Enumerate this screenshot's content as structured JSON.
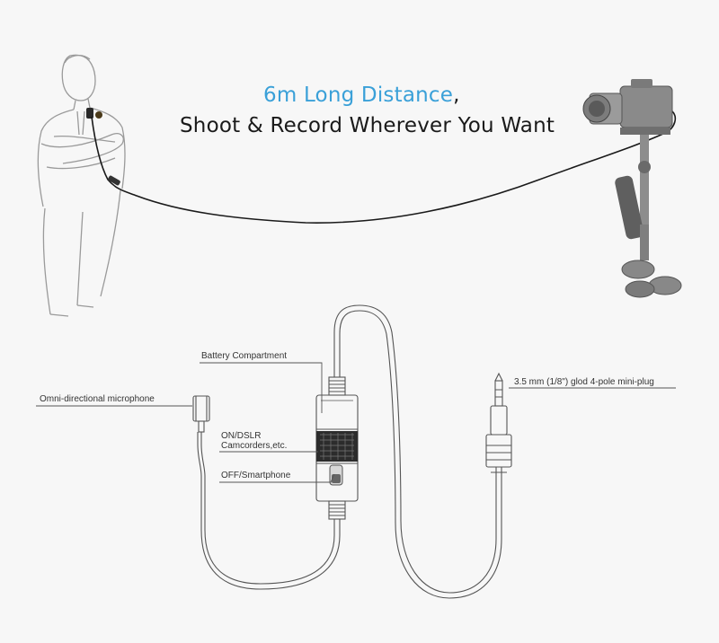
{
  "headline": {
    "distance": "6m Long Distance",
    "distance_suffix": ",",
    "tagline": "Shoot & Record Wherever You Want"
  },
  "callouts": {
    "battery": "Battery Compartment",
    "microphone": "Omni-directional microphone",
    "on_dslr_line1": "ON/DSLR",
    "on_dslr_line2": "Camcorders,etc.",
    "off_smartphone": "OFF/Smartphone",
    "plug": "3.5 mm (1/8\") glod 4-pole mini-plug"
  },
  "colors": {
    "headline_accent": "#3aa0d8",
    "headline_text": "#1a1a1a",
    "line": "#555555",
    "cable": "#1a1a1a"
  }
}
